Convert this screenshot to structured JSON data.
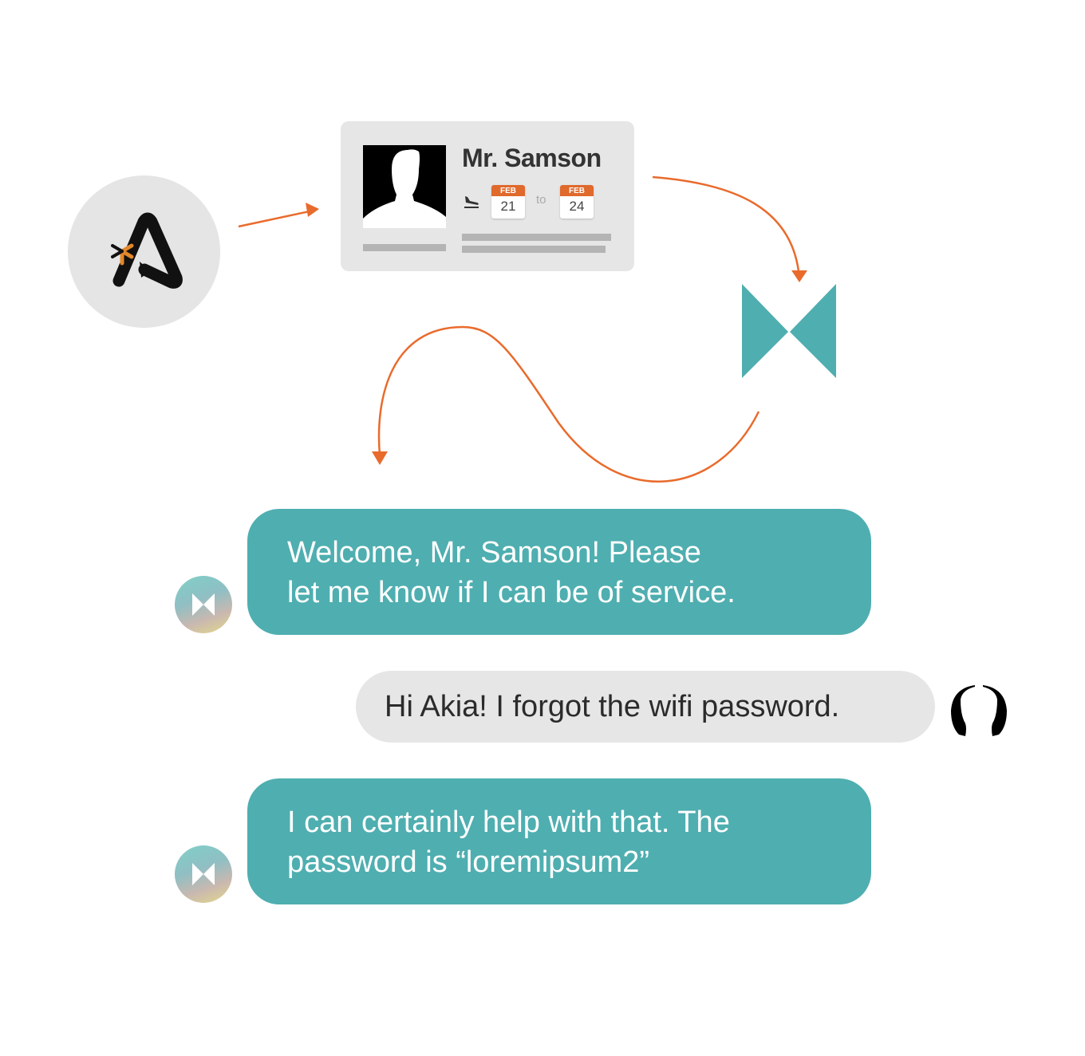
{
  "colors": {
    "accent_orange": "#e96b2c",
    "teal": "#4faeb0",
    "card_gray": "#e6e6e6",
    "placeholder_bar": "#b4b4b4",
    "bubble_user_bg": "#e6e6e6"
  },
  "logo": {
    "icon": "akia-a-logo-icon",
    "letter": "A"
  },
  "guest_card": {
    "name": "Mr. Samson",
    "arrival_icon": "flight-landing-icon",
    "check_in": {
      "month": "FEB",
      "day": "21"
    },
    "separator": "to",
    "check_out": {
      "month": "FEB",
      "day": "24"
    }
  },
  "bowtie": {
    "icon": "bowtie-logo-icon"
  },
  "chat": {
    "messages": [
      {
        "sender": "bot",
        "avatar": "bot-avatar-icon",
        "lines": [
          "Welcome, Mr. Samson! Please",
          "let me know if I can be of service."
        ]
      },
      {
        "sender": "user",
        "avatar": "user-silhouette-icon",
        "lines": [
          "Hi Akia! I forgot the wifi password."
        ]
      },
      {
        "sender": "bot",
        "avatar": "bot-avatar-icon",
        "lines": [
          "I can certainly help with that. The",
          "password is “loremipsum2”"
        ]
      }
    ]
  }
}
